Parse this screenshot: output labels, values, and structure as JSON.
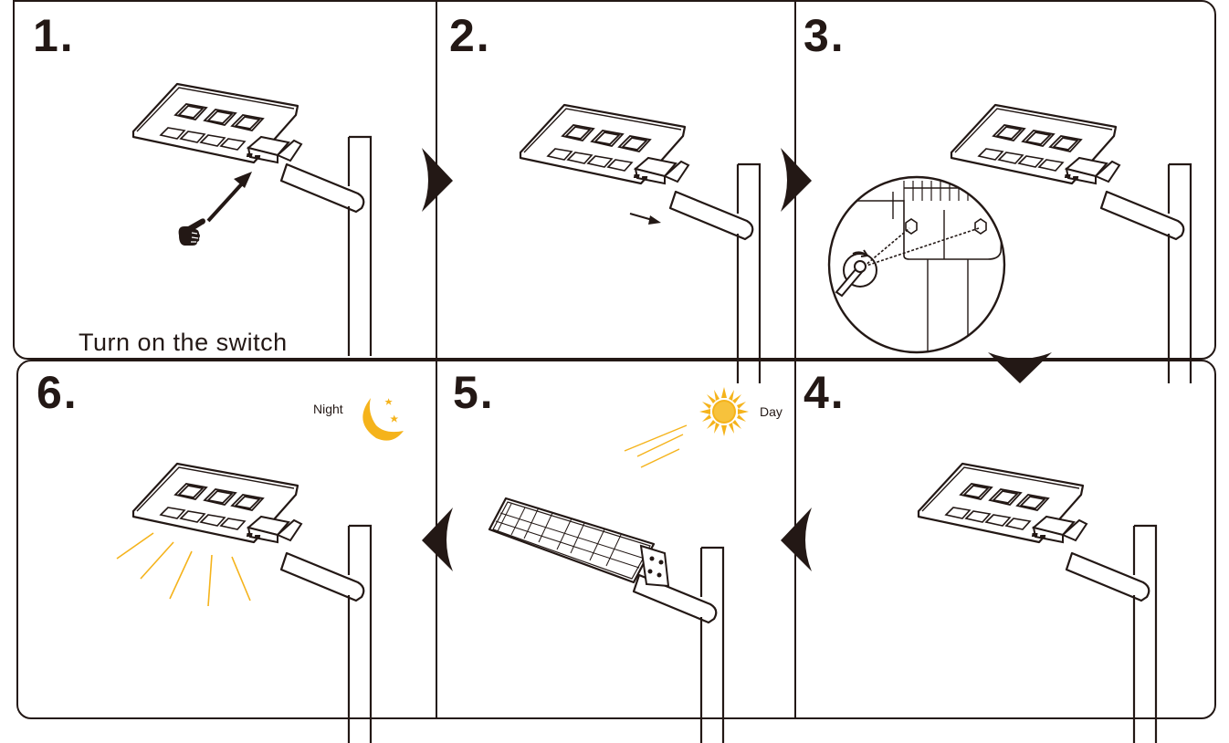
{
  "steps": [
    {
      "number": "1.",
      "caption": "Turn on the switch"
    },
    {
      "number": "2.",
      "caption": ""
    },
    {
      "number": "3.",
      "caption": ""
    },
    {
      "number": "4.",
      "caption": ""
    },
    {
      "number": "5.",
      "label": "Day"
    },
    {
      "number": "6.",
      "label": "Night"
    }
  ],
  "colors": {
    "line": "#231815",
    "accent": "#F5B31B"
  },
  "icons": [
    "hand-pointer-icon",
    "arrow-right-icon",
    "arrow-down-icon",
    "arrow-left-icon",
    "sun-icon",
    "moon-icon",
    "wrench-icon"
  ]
}
